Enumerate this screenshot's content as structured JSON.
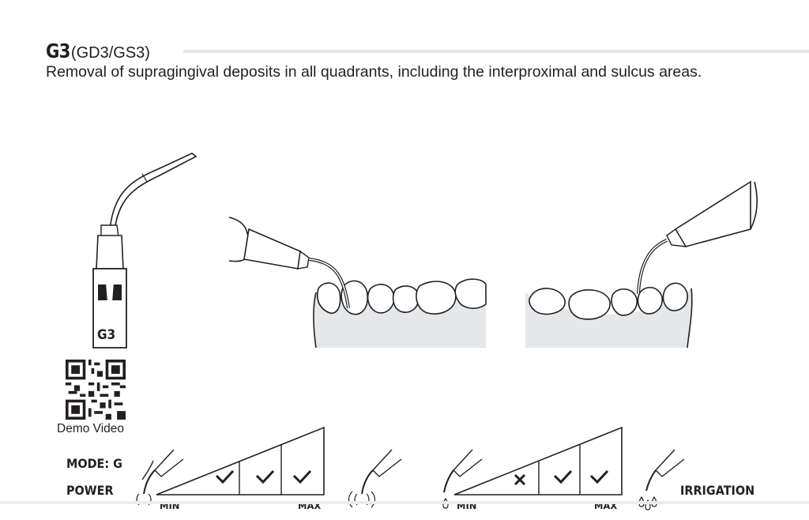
{
  "header": {
    "model": "G3",
    "variants": "(GD3/GS3)",
    "description": "Removal of supragingival deposits in all quadrants, including the interproximal and sulcus areas."
  },
  "tip_marking": "G3",
  "qr": {
    "caption": "Demo Video"
  },
  "settings": {
    "mode_label": "MODE: G",
    "power": {
      "label": "POWER",
      "min": "MIN",
      "max": "MAX",
      "levels": [
        "check",
        "check",
        "check"
      ]
    },
    "irrigation": {
      "label": "IRRIGATION",
      "min": "MIN",
      "max": "MAX",
      "levels": [
        "cross",
        "check",
        "check"
      ]
    }
  },
  "colors": {
    "text": "#231f20",
    "rule": "#e4e4e4",
    "gum": "#e6e7e8"
  }
}
